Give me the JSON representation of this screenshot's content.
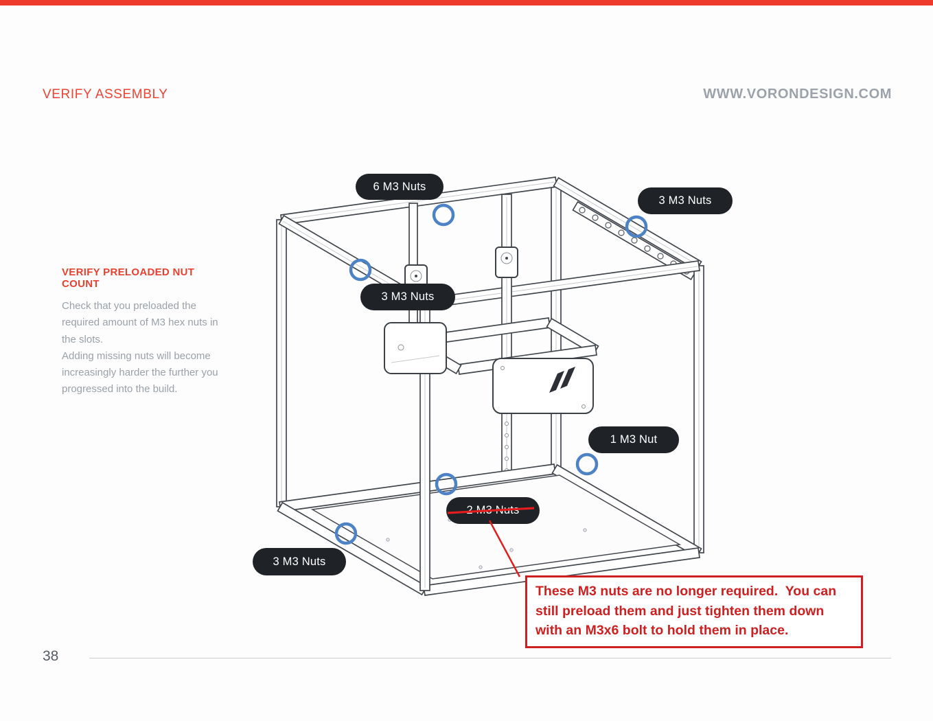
{
  "header": {
    "title": "VERIFY ASSEMBLY",
    "url": "WWW.VORONDESIGN.COM"
  },
  "note": {
    "title": "VERIFY PRELOADED NUT COUNT",
    "lines": [
      "Check that you preloaded the",
      "required amount of M3 hex nuts in",
      "the slots.",
      "Adding missing nuts will become",
      "increasingly harder the further you",
      "progressed into the build."
    ]
  },
  "callouts": [
    {
      "label": "6 M3 Nuts"
    },
    {
      "label": "3 M3 Nuts"
    },
    {
      "label": "3 M3 Nuts"
    },
    {
      "label": "1 M3 Nut"
    },
    {
      "label": "2 M3 Nuts",
      "strikethrough": true
    },
    {
      "label": "3 M3 Nuts"
    }
  ],
  "annotation": {
    "lines": [
      "These M3 nuts are no longer required.  You can",
      "still preload them and just tighten them down",
      "with an M3x6 bolt to hold them in place."
    ]
  },
  "footer": {
    "page_number": "38"
  },
  "diagram": {
    "description": "Isometric line drawing of printer frame with blue circles highlighting preloaded nut locations"
  },
  "colors": {
    "accent_red": "#ef4234",
    "topbar_red": "#ee3a2d",
    "callout_bg": "#1f2227",
    "highlight_blue": "#4d82c4",
    "annotation_red": "#ce2020",
    "body_gray": "#9aa1a8"
  }
}
